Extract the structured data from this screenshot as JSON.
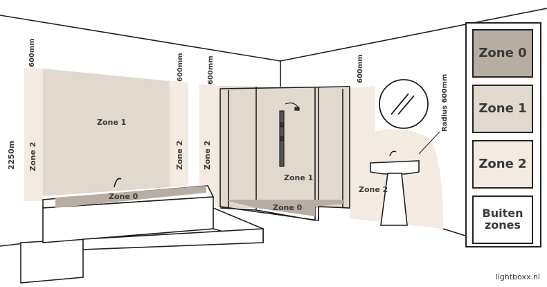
{
  "diagram": {
    "zones": {
      "bath_zone1": "Zone 1",
      "bath_zone0": "Zone 0",
      "left_zone2": "Zone 2",
      "mid_zone2": "Zone 2",
      "shower_left_zone2": "Zone 2",
      "shower_zone1": "Zone 1",
      "shower_zone0": "Zone 0",
      "sink_zone2": "Zone 2"
    },
    "dimensions": {
      "height": "2250m",
      "left_600": "600mm",
      "mid_600": "600mm",
      "shower_600": "600mm",
      "right_600": "600mm",
      "radius": "Radius 600mm"
    }
  },
  "legend": {
    "items": [
      {
        "label": "Zone 0",
        "color": "#b8ada3"
      },
      {
        "label": "Zone 1",
        "color": "#e1d8ce"
      },
      {
        "label": "Zone 2",
        "color": "#f3ebe1"
      },
      {
        "label": "Buiten zones",
        "color": "#ffffff"
      }
    ]
  },
  "credit": "lightboxx.nl",
  "colors": {
    "zone0": "#b8ada3",
    "zone1": "#e1d8ce",
    "zone2": "#f3ebe1",
    "line": "#1e1e1e"
  }
}
